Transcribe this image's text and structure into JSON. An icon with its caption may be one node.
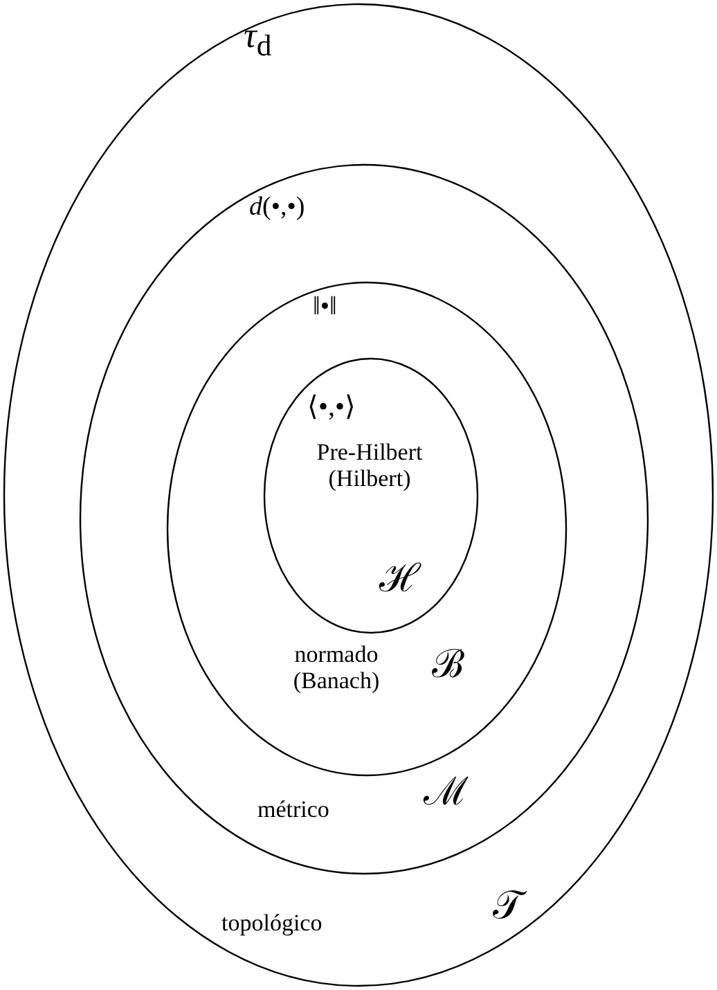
{
  "diagram": {
    "nodes": [
      {
        "text": [
          "*τ*$_{d}$",
          "topológico",
          "𝒯"
        ]
      },
      {
        "text": [
          "*d*(•,•)",
          "métrico",
          "ℳ"
        ],
        "in": 0
      },
      {
        "text": [
          "‖•‖",
          "normado (Banach)",
          "ℬ"
        ],
        "in": 1
      },
      {
        "text": [
          "⟨•,•⟩",
          "Pre-Hilbert (Hilbert)",
          "ℋ"
        ],
        "in": 2
      }
    ]
  }
}
